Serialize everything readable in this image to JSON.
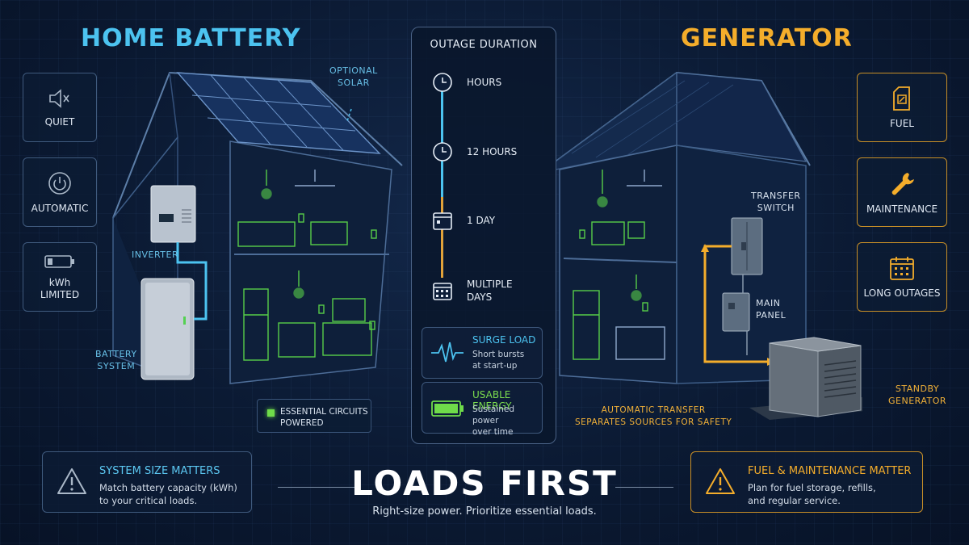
{
  "left": {
    "title": "HOME BATTERY",
    "cards": [
      {
        "icon": "speaker-mute-icon",
        "label": "QUIET"
      },
      {
        "icon": "power-icon",
        "label": "AUTOMATIC"
      },
      {
        "icon": "battery-icon",
        "label": "kWh\nLIMITED"
      }
    ],
    "labels": {
      "solar": "OPTIONAL\nSOLAR",
      "inverter": "INVERTER",
      "battery": "BATTERY\nSYSTEM"
    },
    "legend": "ESSENTIAL CIRCUITS\nPOWERED"
  },
  "right": {
    "title": "GENERATOR",
    "cards": [
      {
        "icon": "fuel-can-icon",
        "label": "FUEL"
      },
      {
        "icon": "wrench-icon",
        "label": "MAINTENANCE"
      },
      {
        "icon": "calendar-icon",
        "label": "LONG OUTAGES"
      }
    ],
    "labels": {
      "transfer_switch": "TRANSFER\nSWITCH",
      "main_panel": "MAIN\nPANEL",
      "standby": "STANDBY\nGENERATOR",
      "auto_transfer": "AUTOMATIC TRANSFER\nSEPARATES SOURCES FOR SAFETY"
    }
  },
  "timeline": {
    "title": "OUTAGE DURATION",
    "items": [
      "HOURS",
      "12 HOURS",
      "1 DAY",
      "MULTIPLE\nDAYS"
    ],
    "surge": {
      "title": "SURGE LOAD",
      "text": "Short bursts\nat start-up"
    },
    "usable": {
      "title": "USABLE ENERGY",
      "text": "Sustained power\nover time"
    }
  },
  "bottom": {
    "left": {
      "title": "SYSTEM SIZE MATTERS",
      "text": "Match battery capacity (kWh)\nto your critical loads."
    },
    "center": {
      "title": "LOADS FIRST",
      "subtitle": "Right-size power. Prioritize essential loads."
    },
    "right": {
      "title": "FUEL & MAINTENANCE MATTER",
      "text": "Plan for fuel storage, refills,\nand regular service."
    }
  },
  "colors": {
    "blue": "#4cc3f0",
    "amber": "#f4ad2b",
    "green": "#6fdc4a",
    "background": "#0b1a33"
  }
}
